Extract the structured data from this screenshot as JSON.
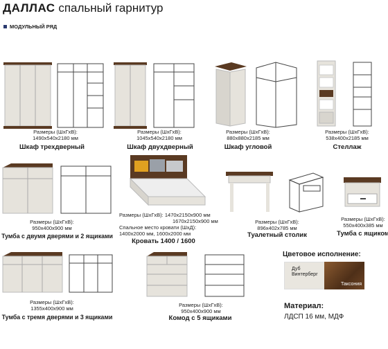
{
  "header": {
    "brand": "ДАЛЛАС",
    "collection": "спальный гарнитур",
    "section": "МОДУЛЬНЫЙ РЯД"
  },
  "products": [
    {
      "dims_label": "Размеры (ШхГхВ):",
      "dims": "1490х540х2180 мм",
      "name": "Шкаф трехдверный"
    },
    {
      "dims_label": "Размеры (ШхГхВ):",
      "dims": "1045х540х2180 мм",
      "name": "Шкаф двухдверный"
    },
    {
      "dims_label": "Размеры (ШхГхВ):",
      "dims": "880х880х2185 мм",
      "name": "Шкаф угловой"
    },
    {
      "dims_label": "Размеры (ШхГхВ):",
      "dims": "538х400х2185 мм",
      "name": "Стеллаж"
    },
    {
      "dims_label": "Размеры (ШхГхВ):",
      "dims": "950х400х900 мм",
      "name": "Тумба с двумя дверями и 2 ящиками"
    },
    {
      "dims_label": "Размеры (ШхГхВ):",
      "dims": "1470х2150х900 мм",
      "dims2": "1670х2150х900 мм",
      "sleep_label": "Спальное место кровати (ШхД):",
      "sleep": "1400х2000 мм, 1600х2000 мм",
      "name": "Кровать 1400 / 1600"
    },
    {
      "dims_label": "Размеры (ШхГхВ):",
      "dims": "896х402х785 мм",
      "name": "Туалетный столик"
    },
    {
      "dims_label": "Размеры (ШхГхВ):",
      "dims": "550х400х385 мм",
      "name": "Тумба с ящиком"
    },
    {
      "dims_label": "Размеры (ШхГхВ):",
      "dims": "1355х400х900 мм",
      "name": "Тумба с тремя дверями и 3 ящиками"
    },
    {
      "dims_label": "Размеры (ШхГхВ):",
      "dims": "950х400х900 мм",
      "name": "Комод с 5 ящиками"
    }
  ],
  "colors": {
    "title": "Цветовое исполнение:",
    "swatches": [
      {
        "label_line1": "Дуб",
        "label_line2": "Винтерберг",
        "hex": "#e9e6df"
      },
      {
        "label": "Таксония",
        "hex": "#6a4226"
      }
    ]
  },
  "material": {
    "title": "Материал:",
    "value": "ЛДСП 16 мм, МДФ"
  },
  "palette": {
    "light": "#e6e3dc",
    "dark": "#5a3a22",
    "line": "#444444",
    "accent": "#2a3a6e"
  }
}
